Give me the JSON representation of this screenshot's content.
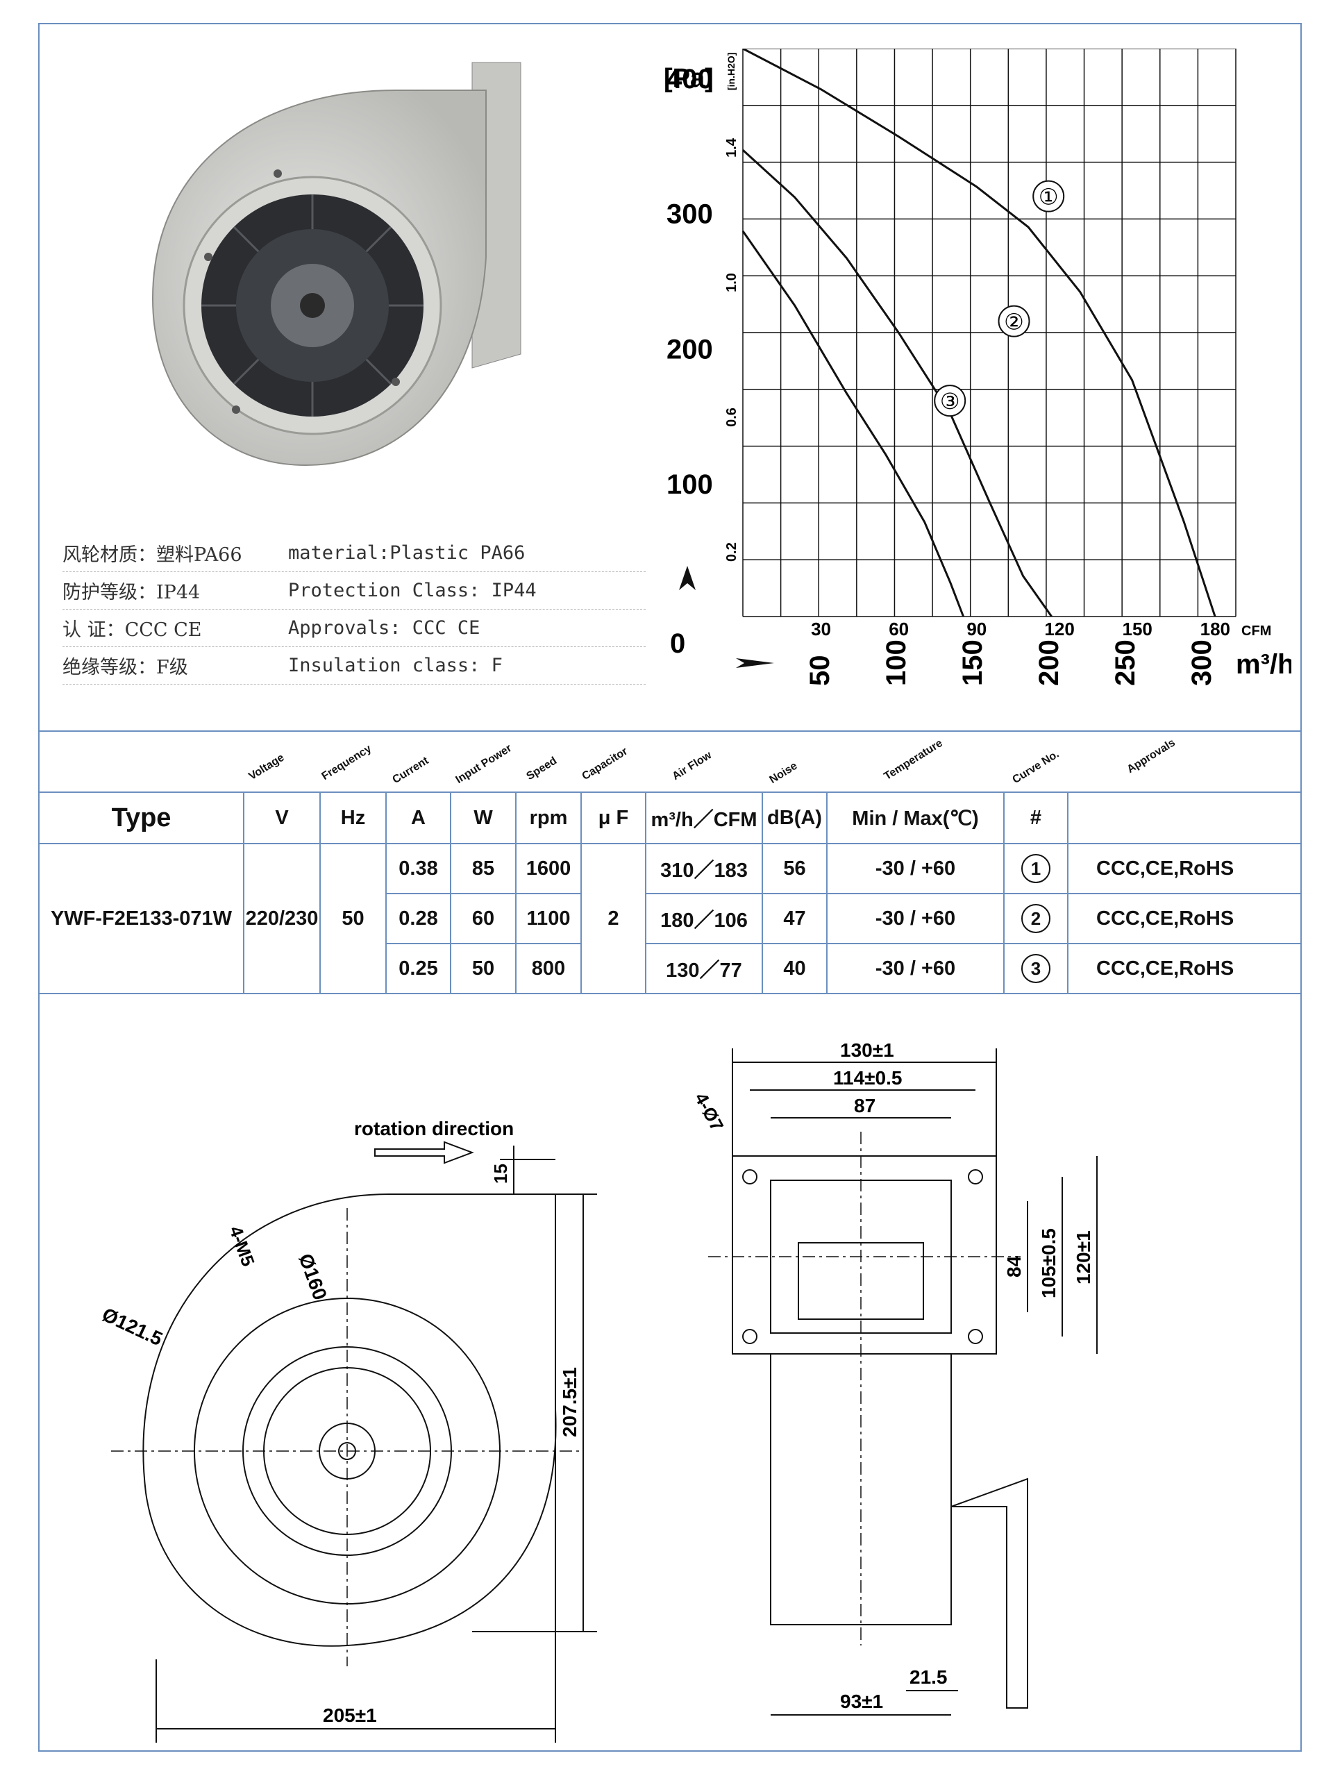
{
  "specs": [
    {
      "zh": "风轮材质：塑料PA66",
      "en": "material:Plastic PA66"
    },
    {
      "zh": "防护等级：IP44",
      "en": "Protection Class: IP44"
    },
    {
      "zh": "认    证：CCC CE",
      "en": "Approvals: CCC  CE"
    },
    {
      "zh": "绝缘等级：F级",
      "en": "Insulation class: F"
    }
  ],
  "chart_data": {
    "type": "line",
    "y_unit": "[Pa]",
    "y2_unit": "[in.H2O]",
    "y_ticks": [
      "400",
      "300",
      "200",
      "100",
      "0"
    ],
    "y2_ticks": [
      "1.4",
      "1.0",
      "0.6",
      "0.2"
    ],
    "x_cfm_ticks": [
      "30",
      "60",
      "90",
      "120",
      "150",
      "180"
    ],
    "x_cfm_unit": "CFM",
    "x_m3h_ticks": [
      "50",
      "100",
      "150",
      "200",
      "250",
      "300"
    ],
    "x_m3h_unit": "m³/h",
    "ylim": [
      0,
      420
    ],
    "xlim_cfm": [
      0,
      190
    ],
    "series": [
      {
        "name": "①",
        "points": [
          [
            0,
            420
          ],
          [
            30,
            390
          ],
          [
            60,
            355
          ],
          [
            90,
            318
          ],
          [
            110,
            288
          ],
          [
            130,
            240
          ],
          [
            150,
            175
          ],
          [
            170,
            70
          ],
          [
            182,
            0
          ]
        ]
      },
      {
        "name": "②",
        "points": [
          [
            0,
            345
          ],
          [
            20,
            310
          ],
          [
            40,
            265
          ],
          [
            60,
            210
          ],
          [
            80,
            150
          ],
          [
            95,
            85
          ],
          [
            108,
            30
          ],
          [
            119,
            0
          ]
        ]
      },
      {
        "name": "③",
        "points": [
          [
            0,
            285
          ],
          [
            20,
            230
          ],
          [
            40,
            165
          ],
          [
            55,
            120
          ],
          [
            70,
            70
          ],
          [
            80,
            25
          ],
          [
            85,
            0
          ]
        ]
      }
    ]
  },
  "table": {
    "rotated_headers": [
      "Voltage",
      "Frequency",
      "Current",
      "Input Power",
      "Speed",
      "Capacitor",
      "Air Flow",
      "Noise",
      "Temperature",
      "Curve No.",
      "Approvals"
    ],
    "units": {
      "type": "Type",
      "voltage": "V",
      "freq": "Hz",
      "current": "A",
      "power": "W",
      "speed": "rpm",
      "cap": "μ F",
      "airflow": "m³/h／CFM",
      "noise": "dB(A)",
      "temp": "Min / Max(℃)",
      "curve": "#",
      "approvals": ""
    },
    "model": "YWF-F2E133-071W",
    "voltage": "220/230",
    "frequency": "50",
    "capacitor": "2",
    "rows": [
      {
        "current": "0.38",
        "power": "85",
        "speed": "1600",
        "airflow": "310／183",
        "noise": "56",
        "temp": "-30 / +60",
        "curve": "1",
        "approvals": "CCC,CE,RoHS"
      },
      {
        "current": "0.28",
        "power": "60",
        "speed": "1100",
        "airflow": "180／106",
        "noise": "47",
        "temp": "-30 / +60",
        "curve": "2",
        "approvals": "CCC,CE,RoHS"
      },
      {
        "current": "0.25",
        "power": "50",
        "speed": "800",
        "airflow": "130／77",
        "noise": "40",
        "temp": "-30 / +60",
        "curve": "3",
        "approvals": "CCC,CE,RoHS"
      }
    ]
  },
  "drawing": {
    "rotation_label": "rotation direction",
    "dim_15": "15",
    "dim_160": "Ø160",
    "dim_m5": "4-M5",
    "dim_121": "Ø121.5",
    "dim_207": "207.5±1",
    "dim_205": "205±1",
    "dim_130": "130±1",
    "dim_114": "114±0.5",
    "dim_87": "87",
    "dim_7": "4-Ø7",
    "dim_84": "84",
    "dim_105": "105±0.5",
    "dim_120": "120±1",
    "dim_93": "93±1",
    "dim_21": "21.5"
  }
}
